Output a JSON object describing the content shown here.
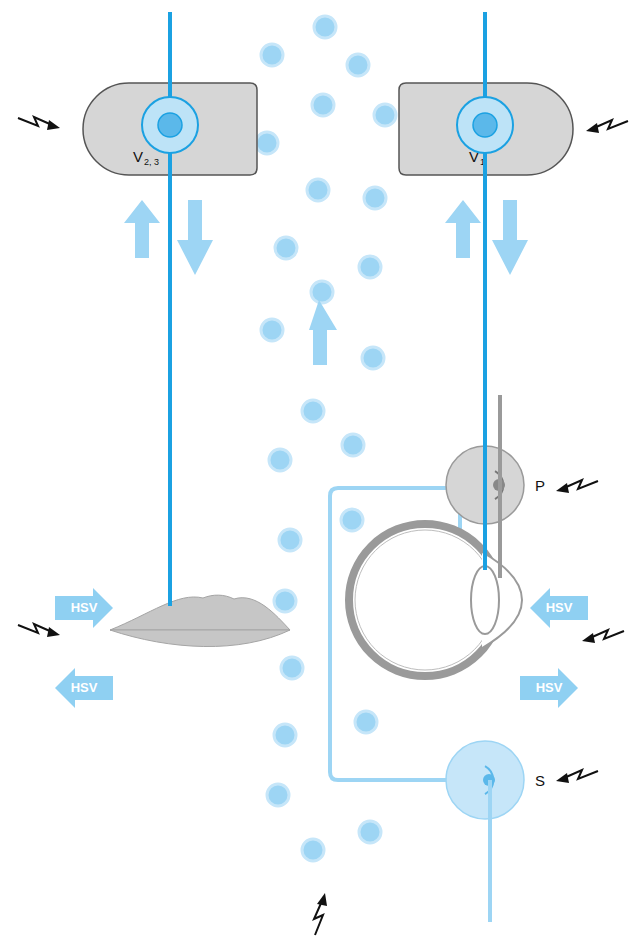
{
  "diagram": {
    "nodes": [
      {
        "text": [
          "V",
          "2, 3"
        ]
      },
      {
        "text": [
          "V",
          "1"
        ]
      },
      {
        "text": [
          "P"
        ]
      },
      {
        "text": [
          "HSV"
        ]
      },
      {
        "text": [
          "HSV"
        ]
      },
      {
        "text": [
          "HSV"
        ]
      },
      {
        "text": [
          "HSV"
        ]
      },
      {
        "text": [
          "S"
        ]
      }
    ]
  }
}
